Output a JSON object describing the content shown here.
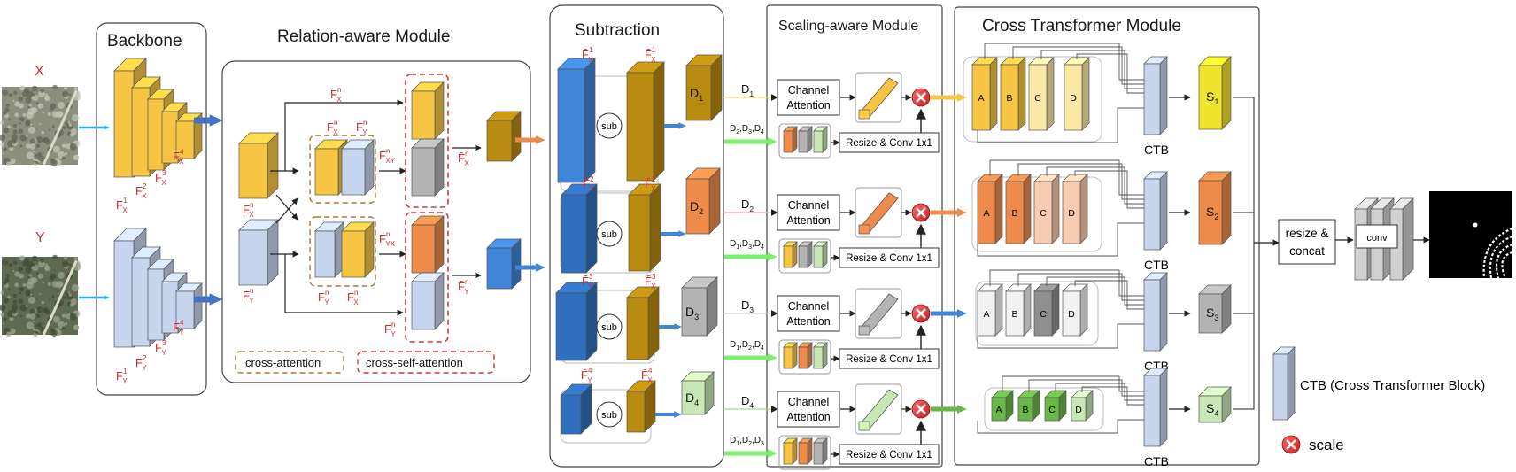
{
  "modules": {
    "backbone": "Backbone",
    "relation": "Relation-aware Module",
    "subtraction": "Subtraction",
    "scaling": "Scaling-aware Module",
    "cross": "Cross Transformer Module"
  },
  "inputs": {
    "x": "X",
    "y": "Y"
  },
  "backbone_labels": {
    "x": [
      "F",
      "1",
      "X",
      "F",
      "2",
      "X",
      "F",
      "3",
      "X",
      "F",
      "4",
      "X"
    ],
    "y": [
      "F",
      "1",
      "Y",
      "F",
      "2",
      "Y",
      "F",
      "3",
      "Y",
      "F",
      "4",
      "Y"
    ]
  },
  "relation": {
    "fxn": [
      "F",
      "n",
      "X"
    ],
    "fyn": [
      "F",
      "n",
      "Y"
    ],
    "fxy": [
      "F",
      "n",
      "XY"
    ],
    "fyx": [
      "F",
      "n",
      "YX"
    ],
    "fxbar": [
      "F̄",
      "n",
      "X"
    ],
    "fybar": [
      "F̄",
      "n",
      "Y"
    ],
    "cross_attention": "cross-attention",
    "cross_self_attention": "cross-self-attention"
  },
  "subtraction": {
    "sub": "sub",
    "fy": [
      "F̄",
      "1",
      "Y",
      "F̄",
      "2",
      "Y",
      "F̄",
      "3",
      "Y",
      "F̄",
      "4",
      "Y"
    ],
    "fx": [
      "F̄",
      "1",
      "X",
      "F̄",
      "2",
      "X",
      "F̄",
      "3",
      "X",
      "F̄",
      "4",
      "X"
    ]
  },
  "d_labels": [
    "D1",
    "D2",
    "D3",
    "D4"
  ],
  "d_sub": [
    [
      "D",
      "1"
    ],
    [
      "D",
      "2"
    ],
    [
      "D",
      "3"
    ],
    [
      "D",
      "4"
    ]
  ],
  "dd_labels": [
    [
      "D",
      "2",
      ",D",
      "3",
      ",D",
      "4"
    ],
    [
      "D",
      "1",
      ",D",
      "3",
      ",D",
      "4"
    ],
    [
      "D",
      "1",
      ",D",
      "2",
      ",D",
      "4"
    ],
    [
      "D",
      "1",
      ",D",
      "2",
      ",D",
      "3"
    ]
  ],
  "scaling": {
    "channel_attention_1": "Channel",
    "channel_attention_2": "Attention",
    "resize_conv": "Resize & Conv 1x1"
  },
  "cross_transformer": {
    "blocks": [
      "A",
      "B",
      "C",
      "D"
    ],
    "ctb": "CTB",
    "s_labels": [
      [
        "S",
        "1"
      ],
      [
        "S",
        "2"
      ],
      [
        "S",
        "3"
      ],
      [
        "S",
        "4"
      ]
    ]
  },
  "fusion": {
    "resize_concat_1": "resize &",
    "resize_concat_2": "concat",
    "conv": "conv"
  },
  "legend": {
    "ctb": "CTB (Cross Transformer Block)",
    "scale": "scale"
  },
  "colors": {
    "yellow": "#f6c543",
    "blue_light": "#c6d4ee",
    "blue": "#3f86d8",
    "gold": "#b88a0f",
    "orange": "#ee8b4a",
    "gray": "#b3b3b3",
    "green_light": "#c9e6b5",
    "green": "#69b748",
    "bright_green": "#7cf06c",
    "red_dash": "#d23a3a",
    "brown_dash": "#a9783a",
    "arrow_blue": "#4472c4",
    "cyan": "#26b0e8"
  }
}
